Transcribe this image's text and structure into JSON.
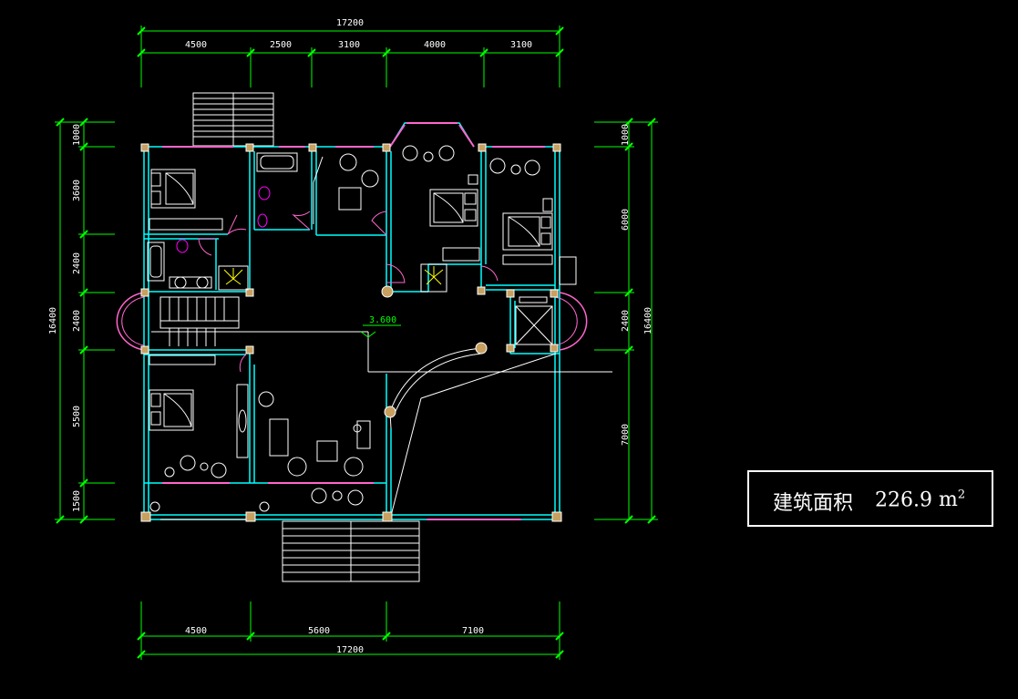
{
  "dimensions": {
    "top_total": "17200",
    "top_segments": [
      "4500",
      "2500",
      "3100",
      "4000",
      "3100"
    ],
    "bottom_total": "17200",
    "bottom_segments": [
      "4500",
      "5600",
      "7100"
    ],
    "left_total": "16400",
    "left_segments": [
      "1000",
      "3600",
      "2400",
      "2400",
      "5500",
      "1500"
    ],
    "right_total": "16400",
    "right_segments": [
      "1000",
      "6000",
      "2400",
      "7000"
    ]
  },
  "level_mark": "3.600",
  "area_box": {
    "label": "建筑面积",
    "value": "226.9",
    "unit": "m",
    "unit_sup": "2"
  },
  "colors": {
    "walls": "#00ffff",
    "windows": "#ff00ff",
    "dimension_lines": "#00ff00",
    "furniture": "#ffffff",
    "columns": "#c8a060"
  }
}
